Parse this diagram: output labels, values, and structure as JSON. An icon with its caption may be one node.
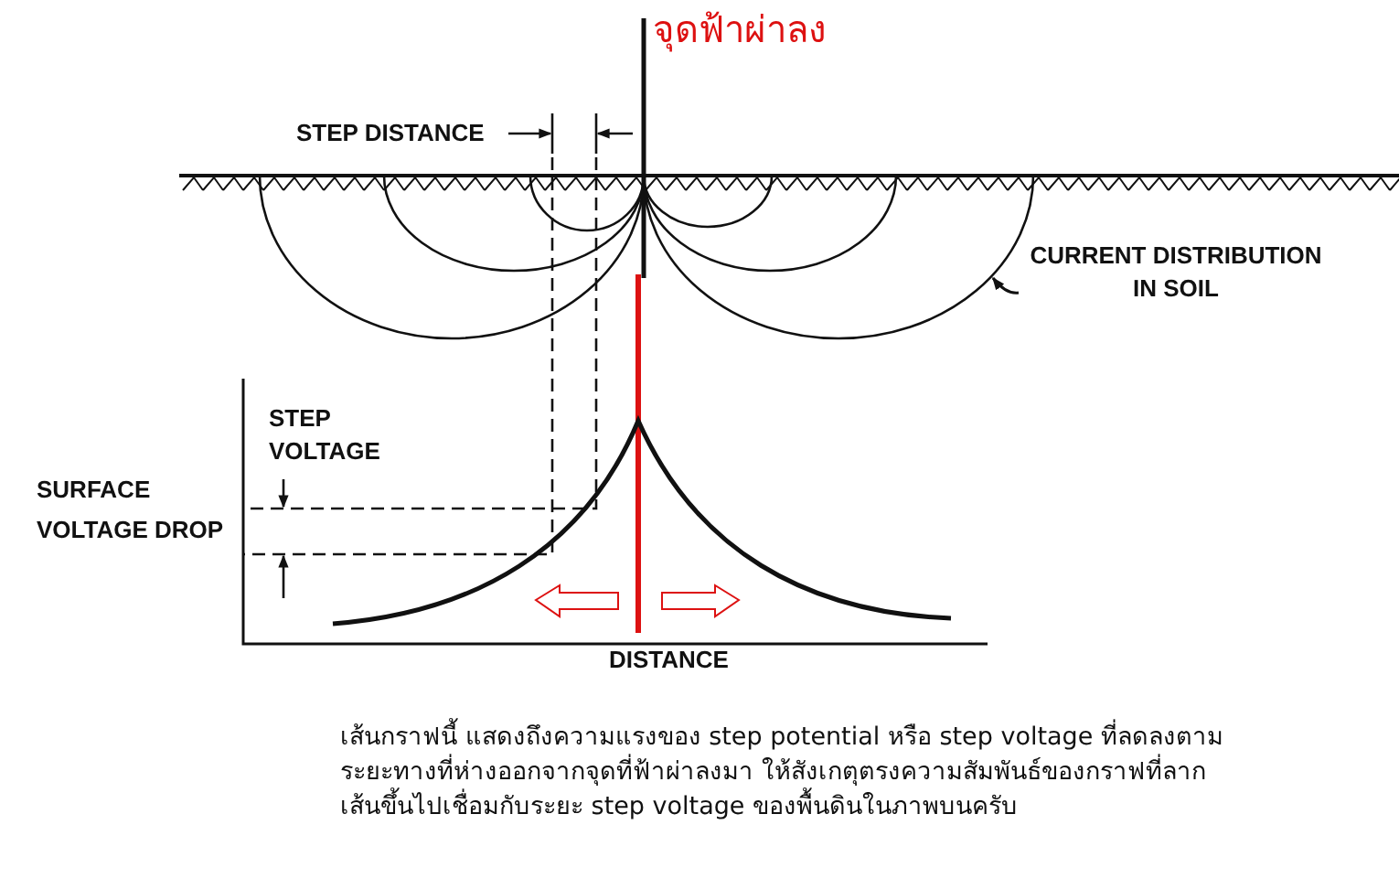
{
  "diagram": {
    "caption": "เส้นกราฟนี้ แสดงถึงความแรงของ step potential หรือ step voltage ที่ลดลงตามระยะทางที่ห่างออกจากจุดที่ฟ้าผ่าลงมา ให้สังเกตุตรงความสัมพันธ์ของกราฟที่ลากเส้นขึ้นไปเชื่อมกับระยะ step voltage ของพื้นดินในภาพบนครับ",
    "nodes": [
      {
        "text": [
          "CURRENT DISTRIBUTION IN SOIL"
        ]
      },
      {
        "text": [],
        "shape": "arc"
      }
    ],
    "edges": [
      {
        "from": 0,
        "to": 1,
        "arrow": "to"
      }
    ],
    "labels": [
      "จุดฟ้าผ่าลง",
      "STEP DISTANCE",
      "STEP VOLTAGE",
      "SURFACE VOLTAGE DROP",
      "DISTANCE"
    ]
  }
}
